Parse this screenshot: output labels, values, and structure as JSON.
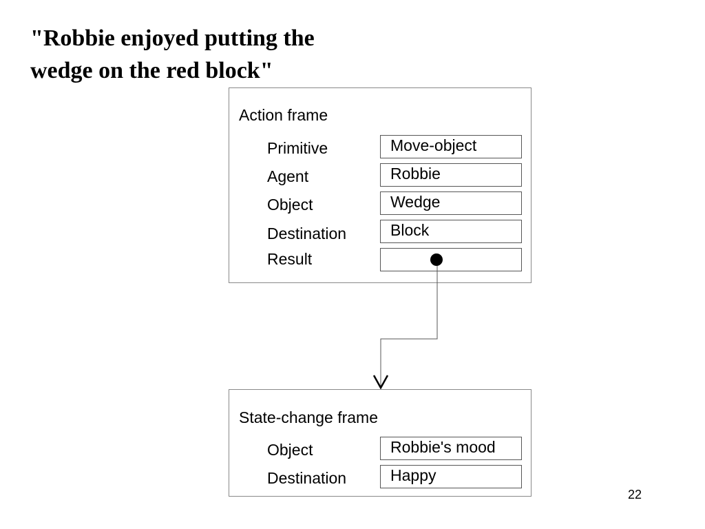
{
  "slide": {
    "title_lines": [
      "\"Robbie enjoyed putting the",
      "wedge on the red block\""
    ],
    "page_number": "22"
  },
  "action_frame": {
    "title": "Action frame",
    "slots": [
      {
        "label": "Primitive",
        "value": "Move-object"
      },
      {
        "label": "Agent",
        "value": "Robbie"
      },
      {
        "label": "Object",
        "value": "Wedge"
      },
      {
        "label": "Destination",
        "value": "Block"
      },
      {
        "label": "Result",
        "value": ""
      }
    ]
  },
  "state_change_frame": {
    "title": "State-change frame",
    "slots": [
      {
        "label": "Object",
        "value": "Robbie's mood"
      },
      {
        "label": "Destination",
        "value": "Happy"
      }
    ]
  }
}
